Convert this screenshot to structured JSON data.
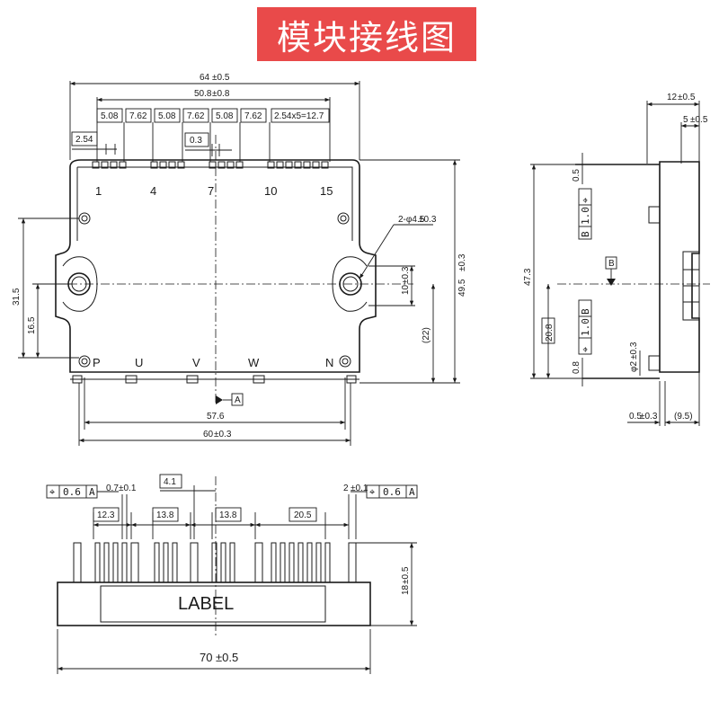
{
  "title": "模块接线图",
  "top_view": {
    "dim_overall_width": "64",
    "dim_overall_width_tol": "±0.5",
    "dim_pin_span": "50.8",
    "dim_pin_span_tol": "±0.8",
    "pitch_labels": [
      "5.08",
      "7.62",
      "5.08",
      "7.62",
      "5.08",
      "7.62",
      "2.54x5=12.7"
    ],
    "dim_2_54": "2.54",
    "dim_0_3": "0.3",
    "pin_numbers": [
      "1",
      "4",
      "7",
      "10",
      "15"
    ],
    "hole_note": "2-φ4.5",
    "hole_note_tol": "±0.3",
    "dim_31_5": "31.5",
    "dim_16_5": "16.5",
    "dim_10": "10",
    "dim_10_tol": "±0.3",
    "dim_49_5": "49.5",
    "dim_49_5_tol": "±0.3",
    "dim_22": "(22)",
    "power_labels": [
      "P",
      "U",
      "V",
      "W",
      "N"
    ],
    "dim_57_6": "57.6",
    "dim_60": "60",
    "dim_60_tol": "±0.3",
    "datum_a": "A"
  },
  "side_view": {
    "dim_12": "12",
    "dim_12_tol": "±0.5",
    "dim_5": "5",
    "dim_5_tol": "±0.5",
    "dim_0_5_top": "0.5",
    "tol_frame_top": [
      "⌖",
      "1.0",
      "B"
    ],
    "dim_47_3": "47.3",
    "datum_b": "B",
    "dim_20_8": "20.8",
    "tol_frame_bottom": [
      "⌖",
      "1.0",
      "B"
    ],
    "dim_0_8": "0.8",
    "dim_phi2": "φ2",
    "dim_phi2_tol": "±0.3",
    "dim_0_5_bottom": "0.5",
    "dim_0_5_bottom_tol": "±0.3",
    "dim_9_5": "(9.5)"
  },
  "front_view": {
    "tol_frame_left": [
      "⌖",
      "0.6",
      "A"
    ],
    "tol_frame_right": [
      "⌖",
      "0.6",
      "A"
    ],
    "dim_0_7": "0.7",
    "dim_0_7_tol": "±0.1",
    "dim_2": "2",
    "dim_2_tol": "±0.1",
    "dim_4_1": "4.1",
    "dim_12_3": "12.3",
    "dim_13_8_a": "13.8",
    "dim_13_8_b": "13.8",
    "dim_20_5": "20.5",
    "dim_18": "18",
    "dim_18_tol": "±0.5",
    "label_text": "LABEL",
    "dim_70": "70",
    "dim_70_tol": "±0.5"
  }
}
